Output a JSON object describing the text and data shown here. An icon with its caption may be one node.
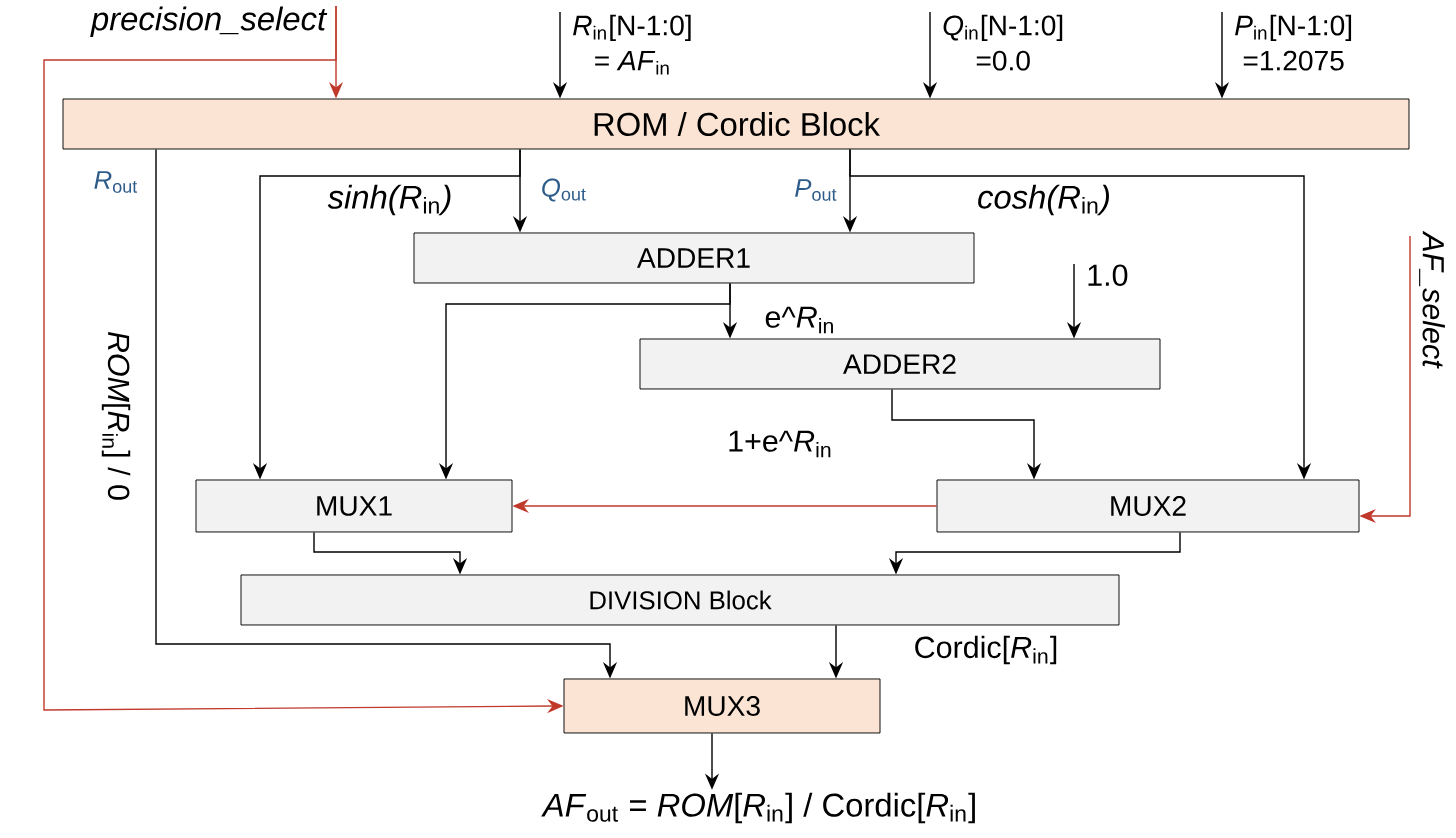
{
  "diagram": {
    "nodes": [
      {
        "text": [
          "precision_select"
        ]
      },
      {
        "text": [
          "*R*$_{in}$[N-1:0]",
          "= *AF*$_{in}$"
        ]
      },
      {
        "text": [
          "*Q*$_{in}$[N-1:0]",
          "=0.0"
        ]
      },
      {
        "text": [
          "*P*$_{in}$[N-1:0]",
          "=1.2075"
        ]
      },
      {
        "text": [
          "ROM / Cordic Block"
        ]
      },
      {
        "text": [
          "ADDER1"
        ]
      },
      {
        "text": [
          "1.0"
        ]
      },
      {
        "text": [
          "ADDER2"
        ]
      },
      {
        "text": [
          "AF_select"
        ]
      },
      {
        "text": [
          "MUX1"
        ]
      },
      {
        "text": [
          "MUX2"
        ]
      },
      {
        "text": [
          "DIVISION Block"
        ]
      },
      {
        "text": [
          "MUX3"
        ]
      },
      {
        "text": [
          "*AF*$_{out}$ = *ROM*[*R*$_{in}$] / Cordic[*R*$_{in}$]"
        ]
      }
    ],
    "edges": [
      {
        "from": 0,
        "to": 4,
        "arrow": "to",
        "color": "#c0392b"
      },
      {
        "from": 0,
        "to": 12,
        "arrow": "to",
        "color": "#c0392b"
      },
      {
        "from": 1,
        "to": 4,
        "arrow": "to"
      },
      {
        "from": 2,
        "to": 4,
        "arrow": "to"
      },
      {
        "from": 3,
        "to": 4,
        "arrow": "to"
      },
      {
        "from": 4,
        "to": 5,
        "arrow": "to"
      },
      {
        "from": 4,
        "to": 9,
        "arrow": "to",
        "label": "*sinh(R*$_{in}$*)*"
      },
      {
        "from": 4,
        "to": 5,
        "arrow": "to"
      },
      {
        "from": 4,
        "to": 10,
        "arrow": "to",
        "label": "*cosh(R*$_{in}$*)*"
      },
      {
        "from": 4,
        "to": 12,
        "arrow": "to",
        "label": "*ROM*[*R*$_{in}$] / 0"
      },
      {
        "from": 5,
        "to": 7,
        "arrow": "to",
        "label": "e^*R*$_{in}$"
      },
      {
        "from": 5,
        "to": 9,
        "arrow": "to"
      },
      {
        "from": 6,
        "to": 7,
        "arrow": "to"
      },
      {
        "from": 7,
        "to": 10,
        "arrow": "to",
        "label": "1+e^*R*$_{in}$"
      },
      {
        "from": 8,
        "to": 10,
        "arrow": "to",
        "color": "#c0392b"
      },
      {
        "from": 10,
        "to": 9,
        "arrow": "to",
        "color": "#c0392b"
      },
      {
        "from": 9,
        "to": 11,
        "arrow": "to"
      },
      {
        "from": 10,
        "to": 11,
        "arrow": "to"
      },
      {
        "from": 11,
        "to": 12,
        "arrow": "to",
        "label": "Cordic[*R*$_{in}$]"
      },
      {
        "from": 12,
        "to": 13,
        "arrow": "to"
      }
    ],
    "labels": [
      "*R*$_{out}$",
      "*Q*$_{out}$",
      "*P*$_{out}$"
    ]
  }
}
